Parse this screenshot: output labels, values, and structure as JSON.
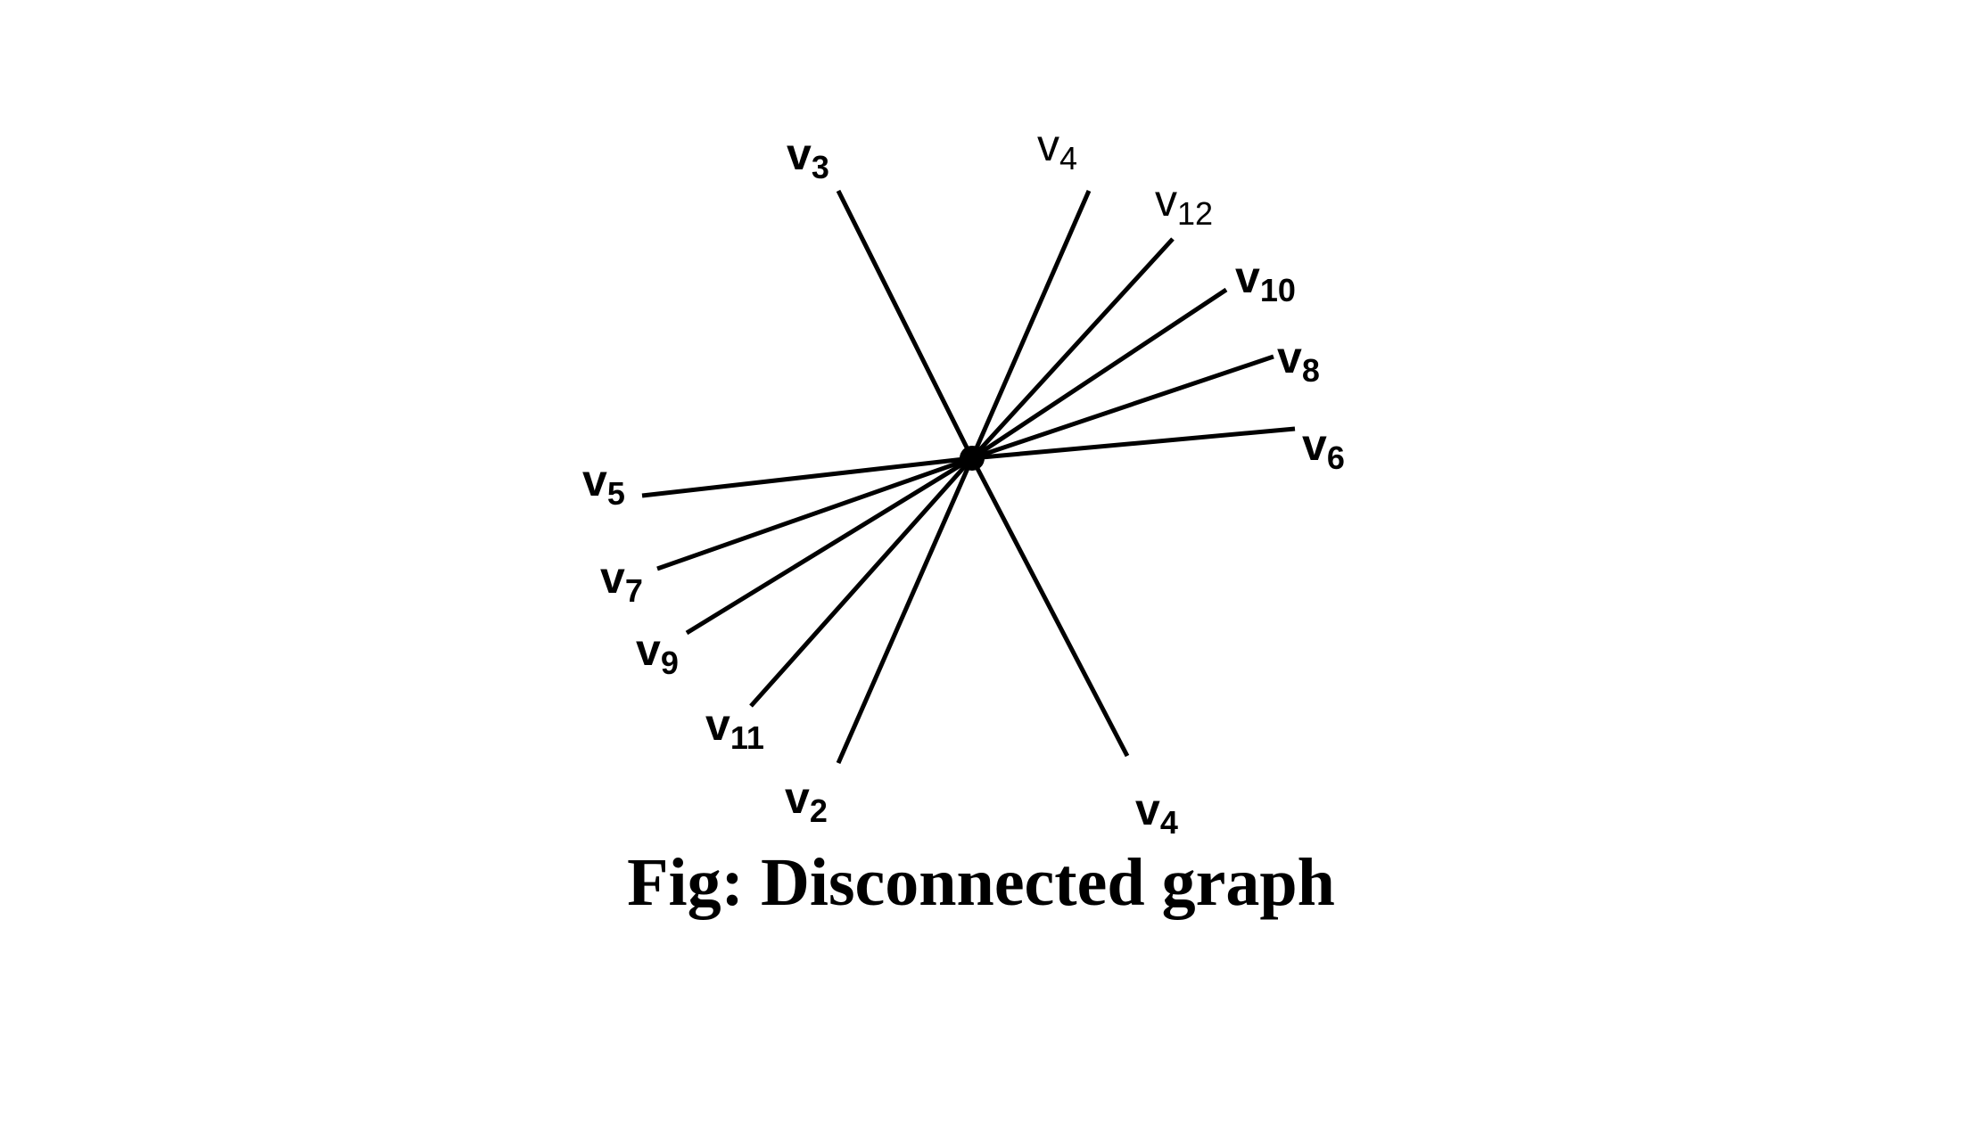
{
  "figure": {
    "caption": "Fig: Disconnected graph",
    "center_vertex": {
      "name": "hub-vertex",
      "label": ""
    },
    "edges": [
      {
        "id": "v3",
        "base": "v",
        "sub": "3",
        "weight": "bold"
      },
      {
        "id": "v4-top",
        "base": "v",
        "sub": "4",
        "weight": "light"
      },
      {
        "id": "v12",
        "base": "v",
        "sub": "12",
        "weight": "light"
      },
      {
        "id": "v10",
        "base": "v",
        "sub": "10",
        "weight": "bold"
      },
      {
        "id": "v8",
        "base": "v",
        "sub": "8",
        "weight": "bold"
      },
      {
        "id": "v6",
        "base": "v",
        "sub": "6",
        "weight": "bold"
      },
      {
        "id": "v5",
        "base": "v",
        "sub": "5",
        "weight": "bold"
      },
      {
        "id": "v7",
        "base": "v",
        "sub": "7",
        "weight": "bold"
      },
      {
        "id": "v9",
        "base": "v",
        "sub": "9",
        "weight": "bold"
      },
      {
        "id": "v11",
        "base": "v",
        "sub": "11",
        "weight": "bold"
      },
      {
        "id": "v2",
        "base": "v",
        "sub": "2",
        "weight": "bold"
      },
      {
        "id": "v4-bottom",
        "base": "v",
        "sub": "4",
        "weight": "bold"
      }
    ],
    "colors": {
      "ink": "#000000",
      "background": "#ffffff"
    }
  }
}
